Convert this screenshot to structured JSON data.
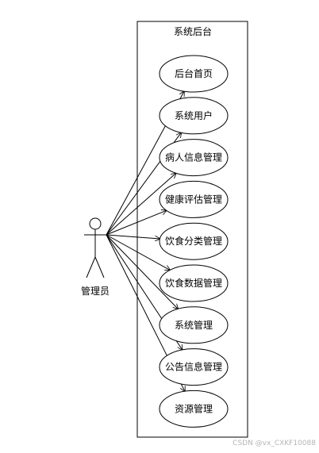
{
  "system": {
    "title": "系统后台"
  },
  "actor": {
    "label": "管理员"
  },
  "use_cases": [
    {
      "label": "后台首页"
    },
    {
      "label": "系统用户"
    },
    {
      "label": "病人信息管理"
    },
    {
      "label": "健康评估管理"
    },
    {
      "label": "饮食分类管理"
    },
    {
      "label": "饮食数据管理"
    },
    {
      "label": "系统管理"
    },
    {
      "label": "公告信息管理"
    },
    {
      "label": "资源管理"
    }
  ],
  "watermark": "CSDN @vx_CXKF10088"
}
